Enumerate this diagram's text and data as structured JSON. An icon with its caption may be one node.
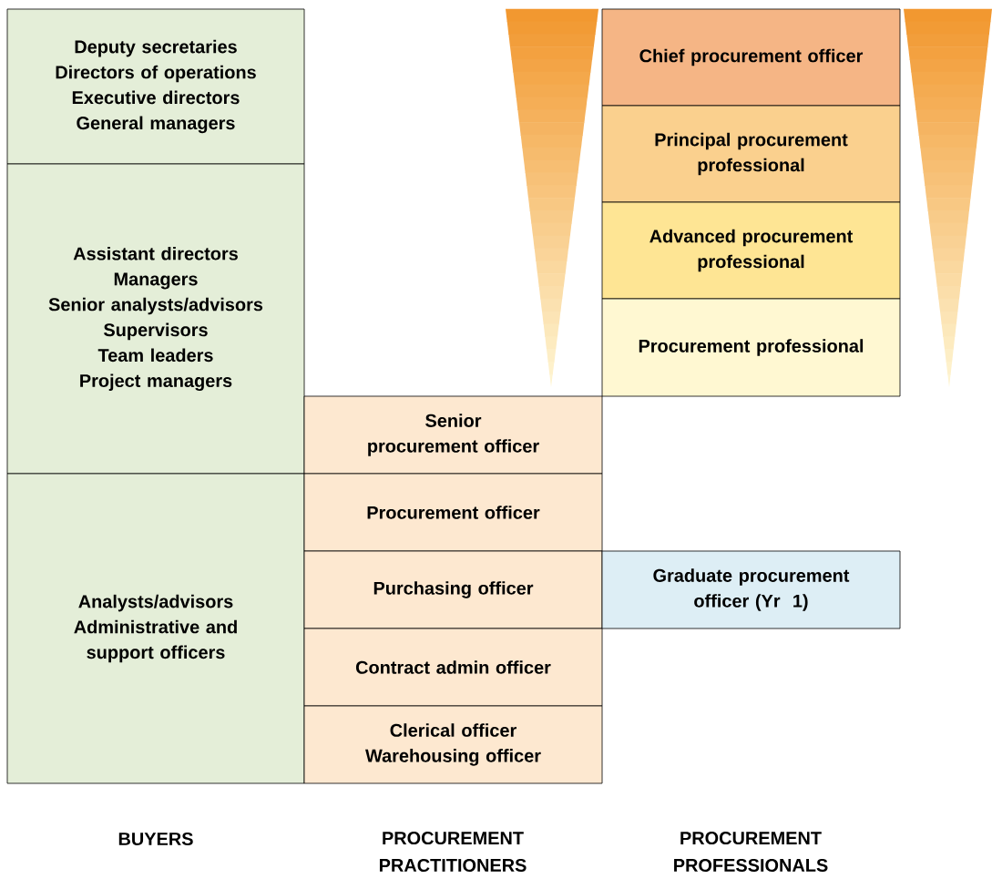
{
  "diagram": {
    "nodes": [
      {
        "text": [
          "Deputy secretaries",
          "Directors of operations",
          "Executive directors",
          "General managers"
        ]
      },
      {
        "text": [
          "Assistant directors",
          "Managers",
          "Senior analysts/advisors",
          "Supervisors",
          "Team leaders",
          "Project managers"
        ]
      },
      {
        "text": [
          "Analysts/advisors",
          "Administrative and support officers"
        ]
      },
      {
        "text": [
          "Chief procurement officer"
        ]
      },
      {
        "text": [
          "Principal procurement professional"
        ]
      },
      {
        "text": [
          "Advanced procurement professional"
        ]
      },
      {
        "text": [
          "Procurement professional"
        ]
      },
      {
        "text": [
          "Senior procurement officer"
        ]
      },
      {
        "text": [
          "Procurement officer"
        ]
      },
      {
        "text": [
          "Purchasing officer"
        ]
      },
      {
        "text": [
          "Graduate procurement officer (Yr  1)"
        ]
      },
      {
        "text": [
          "Contract admin officer"
        ]
      },
      {
        "text": [
          "Clerical officer",
          "Warehousing officer"
        ]
      }
    ],
    "labels": [
      "BUYERS",
      "PROCUREMENT PRACTITIONERS",
      "PROCUREMENT PROFESSIONALS"
    ]
  }
}
